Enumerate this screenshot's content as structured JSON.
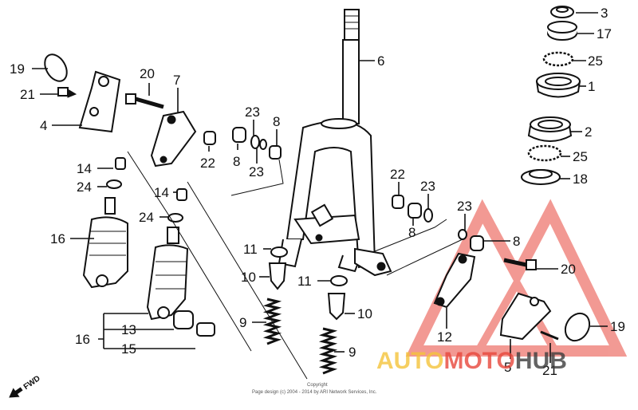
{
  "diagram": {
    "labels": [
      {
        "id": "p3",
        "text": "3"
      },
      {
        "id": "p17",
        "text": "17"
      },
      {
        "id": "p25a",
        "text": "25"
      },
      {
        "id": "p1",
        "text": "1"
      },
      {
        "id": "p2",
        "text": "2"
      },
      {
        "id": "p25b",
        "text": "25"
      },
      {
        "id": "p18",
        "text": "18"
      },
      {
        "id": "p6",
        "text": "6"
      },
      {
        "id": "p19a",
        "text": "19"
      },
      {
        "id": "p21a",
        "text": "21"
      },
      {
        "id": "p4",
        "text": "4"
      },
      {
        "id": "p20a",
        "text": "20"
      },
      {
        "id": "p7",
        "text": "7"
      },
      {
        "id": "p23a",
        "text": "23"
      },
      {
        "id": "p8a",
        "text": "8"
      },
      {
        "id": "p22a",
        "text": "22"
      },
      {
        "id": "p8b",
        "text": "8"
      },
      {
        "id": "p23b",
        "text": "23"
      },
      {
        "id": "p14a",
        "text": "14"
      },
      {
        "id": "p24a",
        "text": "24"
      },
      {
        "id": "p14b",
        "text": "14"
      },
      {
        "id": "p24b",
        "text": "24"
      },
      {
        "id": "p16a",
        "text": "16"
      },
      {
        "id": "p22b",
        "text": "22"
      },
      {
        "id": "p23c",
        "text": "23"
      },
      {
        "id": "p8c",
        "text": "8"
      },
      {
        "id": "p23d",
        "text": "23"
      },
      {
        "id": "p8d",
        "text": "8"
      },
      {
        "id": "p11a",
        "text": "11"
      },
      {
        "id": "p10a",
        "text": "10"
      },
      {
        "id": "p11b",
        "text": "11"
      },
      {
        "id": "p20b",
        "text": "20"
      },
      {
        "id": "p9a",
        "text": "9"
      },
      {
        "id": "p10b",
        "text": "10"
      },
      {
        "id": "p16b",
        "text": "16"
      },
      {
        "id": "p13",
        "text": "13"
      },
      {
        "id": "p15",
        "text": "15"
      },
      {
        "id": "p9b",
        "text": "9"
      },
      {
        "id": "p12",
        "text": "12"
      },
      {
        "id": "p19b",
        "text": "19"
      },
      {
        "id": "p5",
        "text": "5"
      },
      {
        "id": "p21b",
        "text": "21"
      }
    ],
    "fwd_label": "FWD",
    "copyright_line1": "Copyright",
    "copyright_line2": "Page design (c) 2004 - 2014 by ARI Network Services, Inc.",
    "watermark": {
      "text_part1": "AUTO",
      "text_part2": "MOTO",
      "text_part3": "HUB",
      "color_yellow": "#f5c43a",
      "color_red": "#e8473c",
      "color_dark": "#3d3d3d"
    }
  }
}
